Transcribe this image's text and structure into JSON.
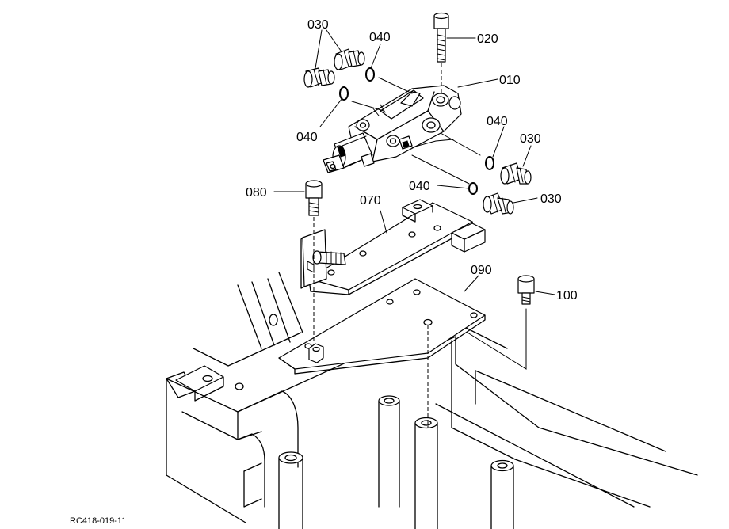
{
  "parts": {
    "p010": "010",
    "p020": "020",
    "p030a": "030",
    "p030b": "030",
    "p030c": "030",
    "p040a": "040",
    "p040b": "040",
    "p040c": "040",
    "p040d": "040",
    "p070": "070",
    "p080": "080",
    "p090": "090",
    "p100": "100"
  },
  "figure_code": "RC418-019-11"
}
